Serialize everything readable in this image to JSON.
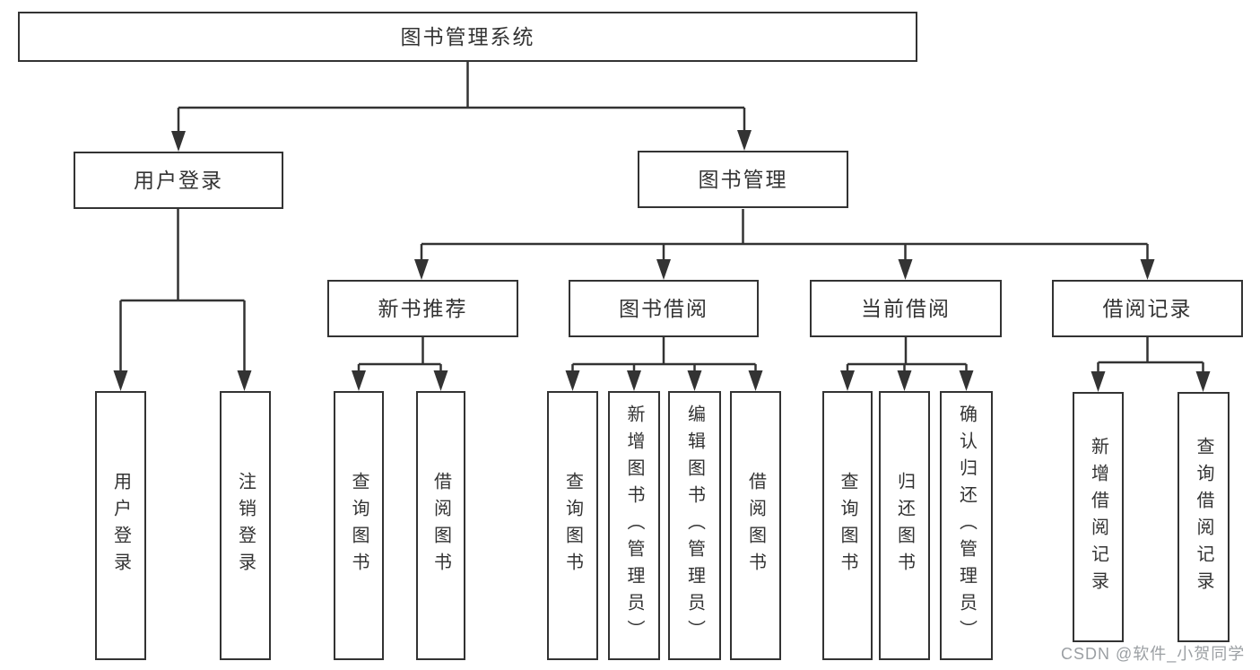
{
  "diagram": {
    "title": "图书管理系统",
    "nodes": [
      {
        "id": "root",
        "label": "图书管理系统",
        "parent": null,
        "orientation": "horizontal"
      },
      {
        "id": "user-login",
        "label": "用户登录",
        "parent": "root",
        "orientation": "horizontal"
      },
      {
        "id": "book-management",
        "label": "图书管理",
        "parent": "root",
        "orientation": "horizontal"
      },
      {
        "id": "new-book-rec",
        "label": "新书推荐",
        "parent": "book-management",
        "orientation": "horizontal"
      },
      {
        "id": "book-borrowing",
        "label": "图书借阅",
        "parent": "book-management",
        "orientation": "horizontal"
      },
      {
        "id": "current-borrowing",
        "label": "当前借阅",
        "parent": "book-management",
        "orientation": "horizontal"
      },
      {
        "id": "borrowing-records",
        "label": "借阅记录",
        "parent": "book-management",
        "orientation": "horizontal"
      },
      {
        "id": "user-login-leaf",
        "label": "用户登录",
        "parent": "user-login",
        "orientation": "vertical"
      },
      {
        "id": "logout-leaf",
        "label": "注销登录",
        "parent": "user-login",
        "orientation": "vertical"
      },
      {
        "id": "query-books-rec",
        "label": "查询图书",
        "parent": "new-book-rec",
        "orientation": "vertical"
      },
      {
        "id": "borrow-books-rec",
        "label": "借阅图书",
        "parent": "new-book-rec",
        "orientation": "vertical"
      },
      {
        "id": "query-books-borrow",
        "label": "查询图书",
        "parent": "book-borrowing",
        "orientation": "vertical"
      },
      {
        "id": "add-books-admin",
        "label": "新增图书（管理员）",
        "parent": "book-borrowing",
        "orientation": "vertical"
      },
      {
        "id": "edit-books-admin",
        "label": "编辑图书（管理员）",
        "parent": "book-borrowing",
        "orientation": "vertical"
      },
      {
        "id": "borrow-books-borrow",
        "label": "借阅图书",
        "parent": "book-borrowing",
        "orientation": "vertical"
      },
      {
        "id": "query-books-current",
        "label": "查询图书",
        "parent": "current-borrowing",
        "orientation": "vertical"
      },
      {
        "id": "return-books",
        "label": "归还图书",
        "parent": "current-borrowing",
        "orientation": "vertical"
      },
      {
        "id": "confirm-return-admin",
        "label": "确认归还（管理员）",
        "parent": "current-borrowing",
        "orientation": "vertical"
      },
      {
        "id": "add-borrow-record",
        "label": "新增借阅记录",
        "parent": "borrowing-records",
        "orientation": "vertical"
      },
      {
        "id": "query-borrow-record",
        "label": "查询借阅记录",
        "parent": "borrowing-records",
        "orientation": "vertical"
      }
    ]
  },
  "watermark": {
    "text": "CSDN @软件_小贺同学"
  },
  "colors": {
    "line": "#333333",
    "box_border": "#333333",
    "text": "#333333",
    "watermark": "#9b9fa3",
    "background": "#ffffff"
  }
}
